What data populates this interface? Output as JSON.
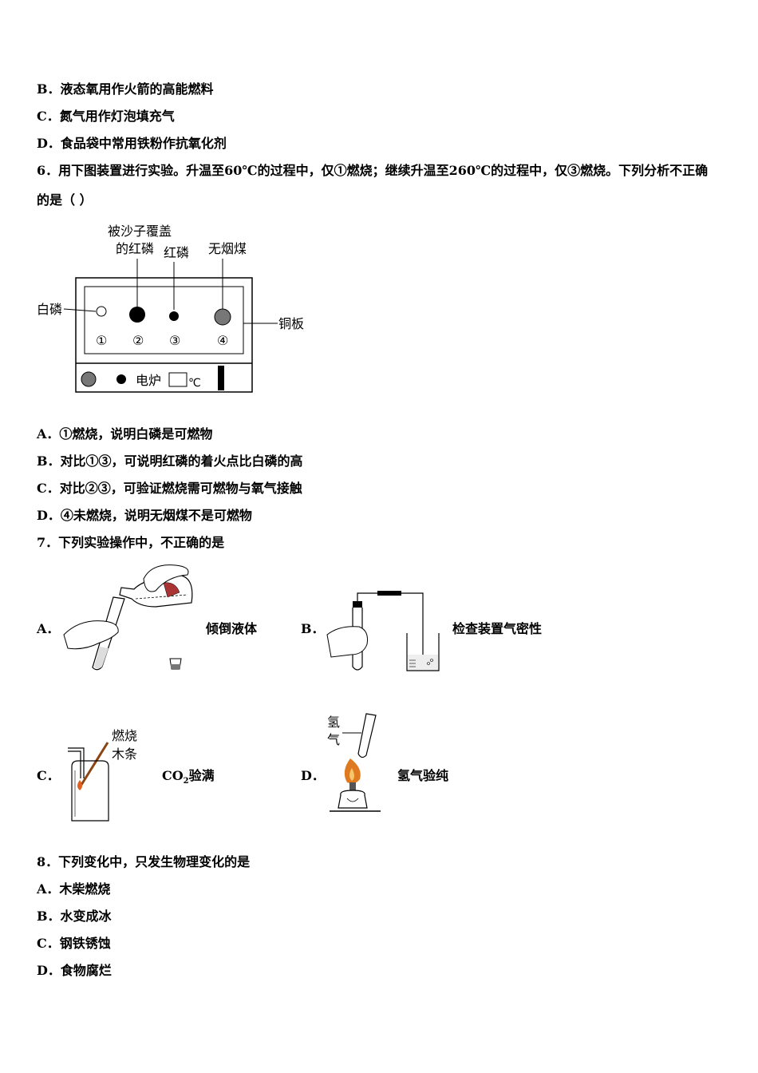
{
  "q5": {
    "optB": "B．液态氧用作火箭的高能燃料",
    "optC": "C．氮气用作灯泡填充气",
    "optD": "D．食品袋中常用铁粉作抗氧化剂"
  },
  "q6": {
    "stem_line1": "6．用下图装置进行实验。升温至60℃的过程中，仅①燃烧；继续升温至260℃的过程中，仅③燃烧。下列分析不正确",
    "stem_line2": "的是（    ）",
    "diagram": {
      "label_sand_1": "被沙子覆盖",
      "label_sand_2": "的红磷",
      "label_red_p": "红磷",
      "label_coal": "无烟煤",
      "label_white_p": "白磷",
      "label_copper": "铜板",
      "n1": "①",
      "n2": "②",
      "n3": "③",
      "n4": "④",
      "stove": "电炉",
      "unit": "℃"
    },
    "optA": "A．①燃烧，说明白磷是可燃物",
    "optB": "B．对比①③，可说明红磷的着火点比白磷的高",
    "optC": "C．对比②③，可验证燃烧需可燃物与氧气接触",
    "optD": "D．④未燃烧，说明无烟煤不是可燃物"
  },
  "q7": {
    "stem": "7．下列实验操作中，不正确的是",
    "a_letter": "A．",
    "a_caption": "倾倒液体",
    "b_letter": "B．",
    "b_caption": "检查装置气密性",
    "c_letter": "C．",
    "c_caption_co": "CO",
    "c_caption_sub": "2",
    "c_caption_rest": "验满",
    "c_label_1": "燃烧",
    "c_label_2": "木条",
    "d_letter": "D．",
    "d_caption": "氢气验纯",
    "d_label_1": "氢",
    "d_label_2": "气"
  },
  "q8": {
    "stem": "8．下列变化中，只发生物理变化的是",
    "optA": "A．木柴燃烧",
    "optB": "B．水变成冰",
    "optC": "C．钢铁锈蚀",
    "optD": "D．食物腐烂"
  }
}
